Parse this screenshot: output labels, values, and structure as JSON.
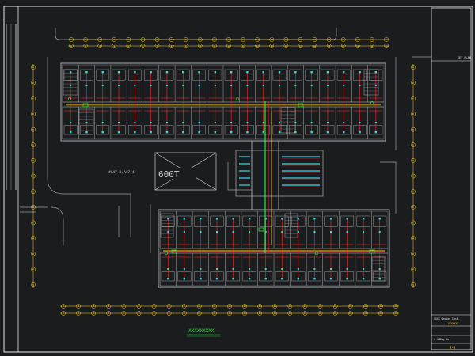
{
  "colors": {
    "background": "#1b1c1e",
    "border": "#e8e8e8",
    "wall": "#9aa0a6",
    "room_outline": "#d0d0d0",
    "circuit": "#ff2a2a",
    "feeder": "#ffd21a",
    "riser": "#2ee83a",
    "fixture": "#3fd6e8",
    "axis": "#ffd21a"
  },
  "title_block": {
    "top_label": "KEY PLAN",
    "company": "XXXX Design Inst.",
    "project": "XXXXXX",
    "drawing_label": "X XXDwg No.",
    "sheet_no": "E-5"
  },
  "plan": {
    "building_label": "#A47-3,A47-4",
    "yard_label": "600T",
    "drawing_title": "XXXXXXXXX"
  },
  "axis": {
    "top_upper": [
      "1",
      "2",
      "3",
      "4",
      "5",
      "6",
      "7",
      "8",
      "9",
      "10",
      "11",
      "12",
      "13",
      "14",
      "15",
      "16",
      "17",
      "18",
      "19",
      "20",
      "21",
      "22",
      "23"
    ],
    "top_lower": [
      "1",
      "2",
      "3",
      "4",
      "5",
      "6",
      "7",
      "8",
      "9",
      "10",
      "11",
      "12",
      "13",
      "14",
      "15",
      "16",
      "17",
      "18",
      "19",
      "20",
      "21",
      "22",
      "23"
    ],
    "bottom_upper": [
      "1",
      "2",
      "3",
      "4",
      "5",
      "6",
      "7",
      "8",
      "9",
      "10",
      "11",
      "12",
      "13",
      "14",
      "15",
      "16",
      "17",
      "18",
      "19",
      "20",
      "21",
      "22",
      "23"
    ],
    "bottom_lower": [
      "1",
      "2",
      "3",
      "4",
      "5",
      "6",
      "7",
      "8",
      "9",
      "10",
      "11",
      "12",
      "13",
      "14",
      "15",
      "16",
      "17",
      "18",
      "19",
      "20",
      "21",
      "22",
      "23"
    ],
    "left": [
      "A",
      "B",
      "C",
      "D",
      "E",
      "F",
      "G",
      "H",
      "J",
      "K",
      "L",
      "M",
      "N",
      "P",
      "Q"
    ],
    "right": [
      "A",
      "B",
      "C",
      "D",
      "E",
      "F",
      "G",
      "H",
      "J",
      "K",
      "L",
      "M",
      "N",
      "P",
      "Q"
    ]
  }
}
